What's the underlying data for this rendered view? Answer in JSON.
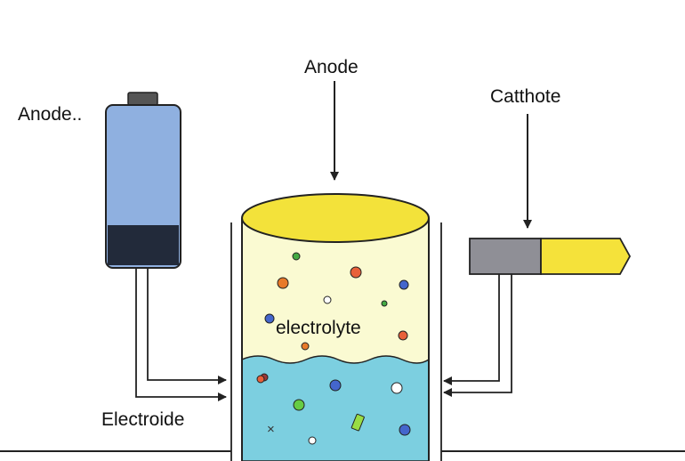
{
  "labels": {
    "anode_left": "Anode..",
    "anode_top": "Anode",
    "cathode": "Catthote",
    "electrolyte": "electrolyte",
    "electrode": "Electroide"
  },
  "colors": {
    "line": "#222222",
    "battery_body": "#8fb0e0",
    "battery_dark": "#222a3a",
    "battery_cap": "#555555",
    "tank_upper": "#fafad2",
    "tank_lower": "#7ccfe0",
    "tank_lid": "#f3e23a",
    "probe_gray": "#8f8f96",
    "probe_yellow": "#f5e23a"
  },
  "particles": [
    {
      "color": "#44aa44"
    },
    {
      "color": "#e8603a"
    },
    {
      "color": "#e87a2a"
    },
    {
      "color": "#ffffff"
    },
    {
      "color": "#44aa44"
    },
    {
      "color": "#4466cc"
    },
    {
      "color": "#4466cc"
    },
    {
      "color": "#e8603a"
    },
    {
      "color": "#e87a2a"
    },
    {
      "color": "#9a3a3a"
    },
    {
      "color": "#e8603a"
    },
    {
      "color": "#4466cc"
    },
    {
      "color": "#ffffff"
    },
    {
      "color": "#66cc44"
    },
    {
      "color": "#ffffff"
    },
    {
      "color": "#4466cc"
    }
  ]
}
